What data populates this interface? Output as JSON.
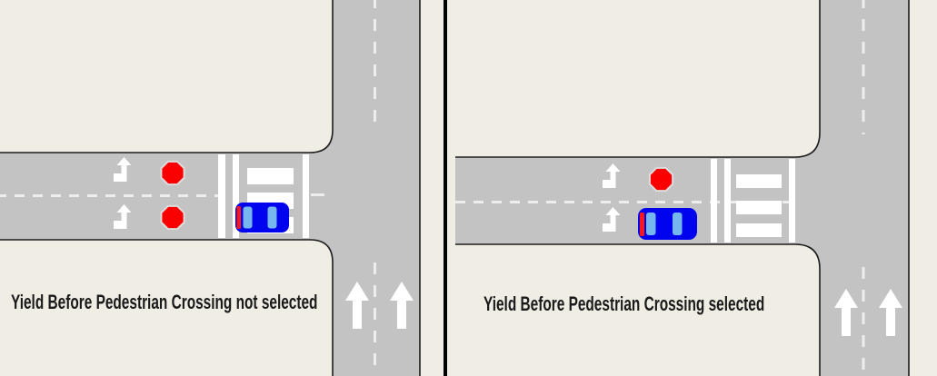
{
  "figure": {
    "description_left": "intersection diagram with car stopped on pedestrian crossing",
    "description_right": "intersection diagram with car stopped before pedestrian crossing"
  },
  "panels": [
    {
      "id": "not-selected",
      "caption": "Yield Before Pedestrian Crossing not selected"
    },
    {
      "id": "selected",
      "caption": "Yield Before Pedestrian Crossing selected"
    }
  ],
  "colors": {
    "bg_cream": "#F0EDE5",
    "road_gray": "#C3C3C3",
    "road_border": "#1C1C1C",
    "marking_white": "#FFFFFF",
    "dash_white": "#EDEDED",
    "stop_sign_red": "#FB0000",
    "stop_sign_border": "#DDDDDD",
    "car_blue": "#0004EE",
    "car_window_blue": "#76B6EF",
    "car_taillight_red": "#FF1616",
    "divider_black": "#000000",
    "caption_text": "#1A1A1A"
  }
}
